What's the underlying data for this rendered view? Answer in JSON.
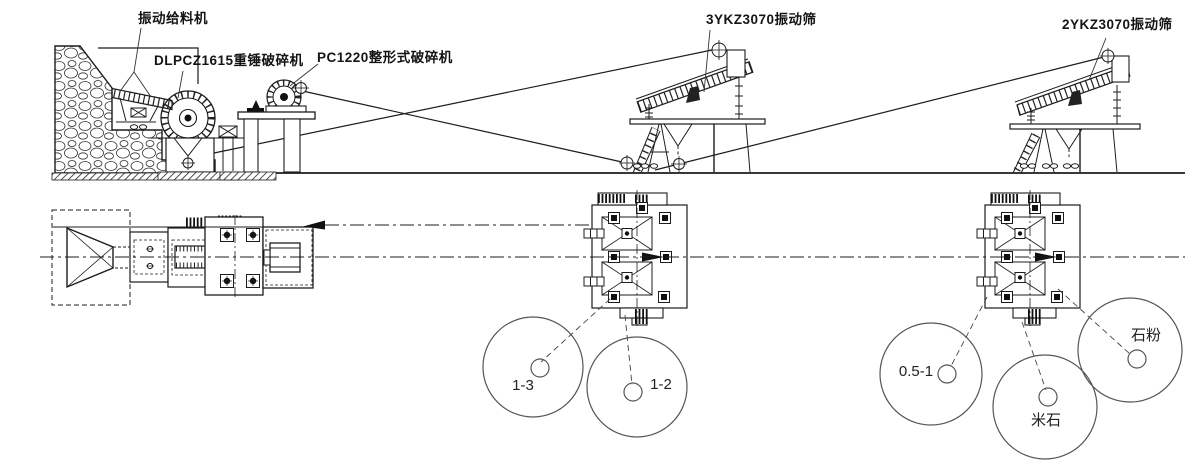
{
  "equipment_labels": {
    "vibrating_feeder": "振动给料机",
    "hammer_crusher": "DLPCZ1615重锤破碎机",
    "shaping_crusher": "PC1220整形式破碎机",
    "screen_3ykz": "3YKZ3070振动筛",
    "screen_2ykz": "2YKZ3070振动筛"
  },
  "stockpile_labels": {
    "pile_1_3": "1-3",
    "pile_1_2": "1-2",
    "pile_05_1": "0.5-1",
    "pile_mishi": "米石",
    "pile_shifen": "石粉"
  },
  "colors": {
    "line": "#1c1c1c",
    "background": "#ffffff"
  }
}
